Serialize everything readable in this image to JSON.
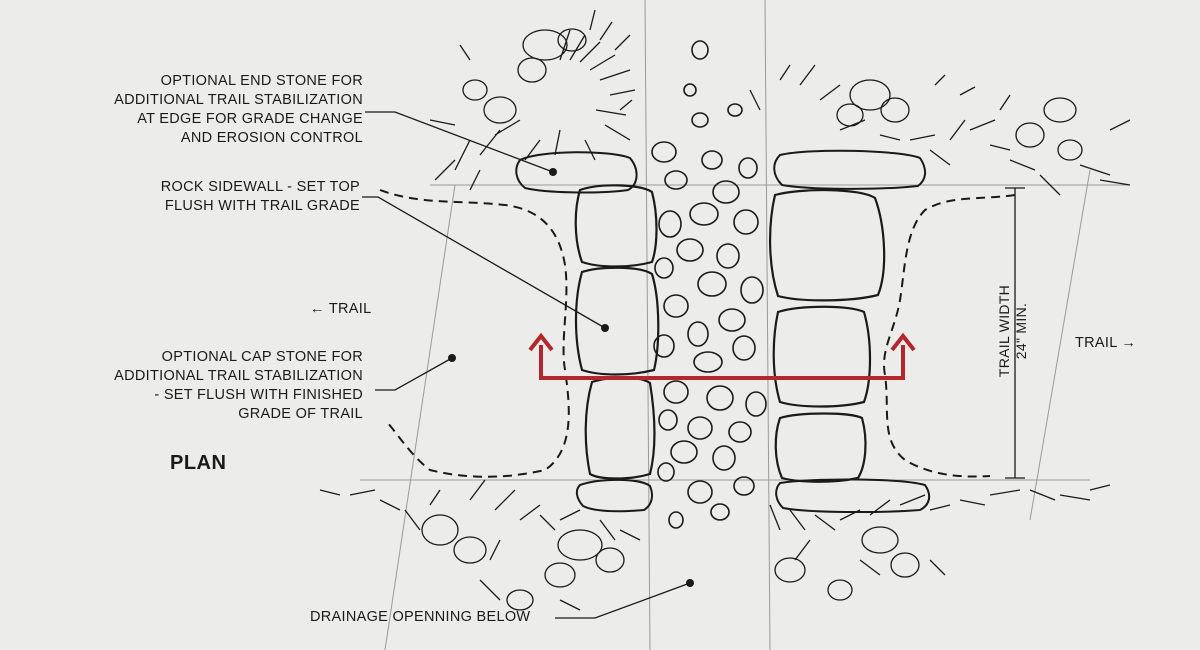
{
  "plan_title": "PLAN",
  "notes": {
    "end_stone": "OPTIONAL END STONE FOR\nADDITIONAL TRAIL STABILIZATION\nAT EDGE FOR GRADE CHANGE\nAND EROSION CONTROL",
    "rock_sidewall": "ROCK SIDEWALL - SET TOP\nFLUSH WITH TRAIL GRADE",
    "cap_stone": "OPTIONAL CAP STONE FOR\nADDITIONAL TRAIL STABILIZATION\n- SET FLUSH WITH FINISHED\nGRADE OF TRAIL",
    "drainage": "DRAINAGE OPENNING BELOW"
  },
  "trail_left": "←  TRAIL",
  "trail_right": "TRAIL  →",
  "dimension": "TRAIL WIDTH\n24\" MIN.",
  "colors": {
    "section_marker": "#b3262b",
    "ink": "#1a1a1a",
    "background": "#ececea"
  }
}
